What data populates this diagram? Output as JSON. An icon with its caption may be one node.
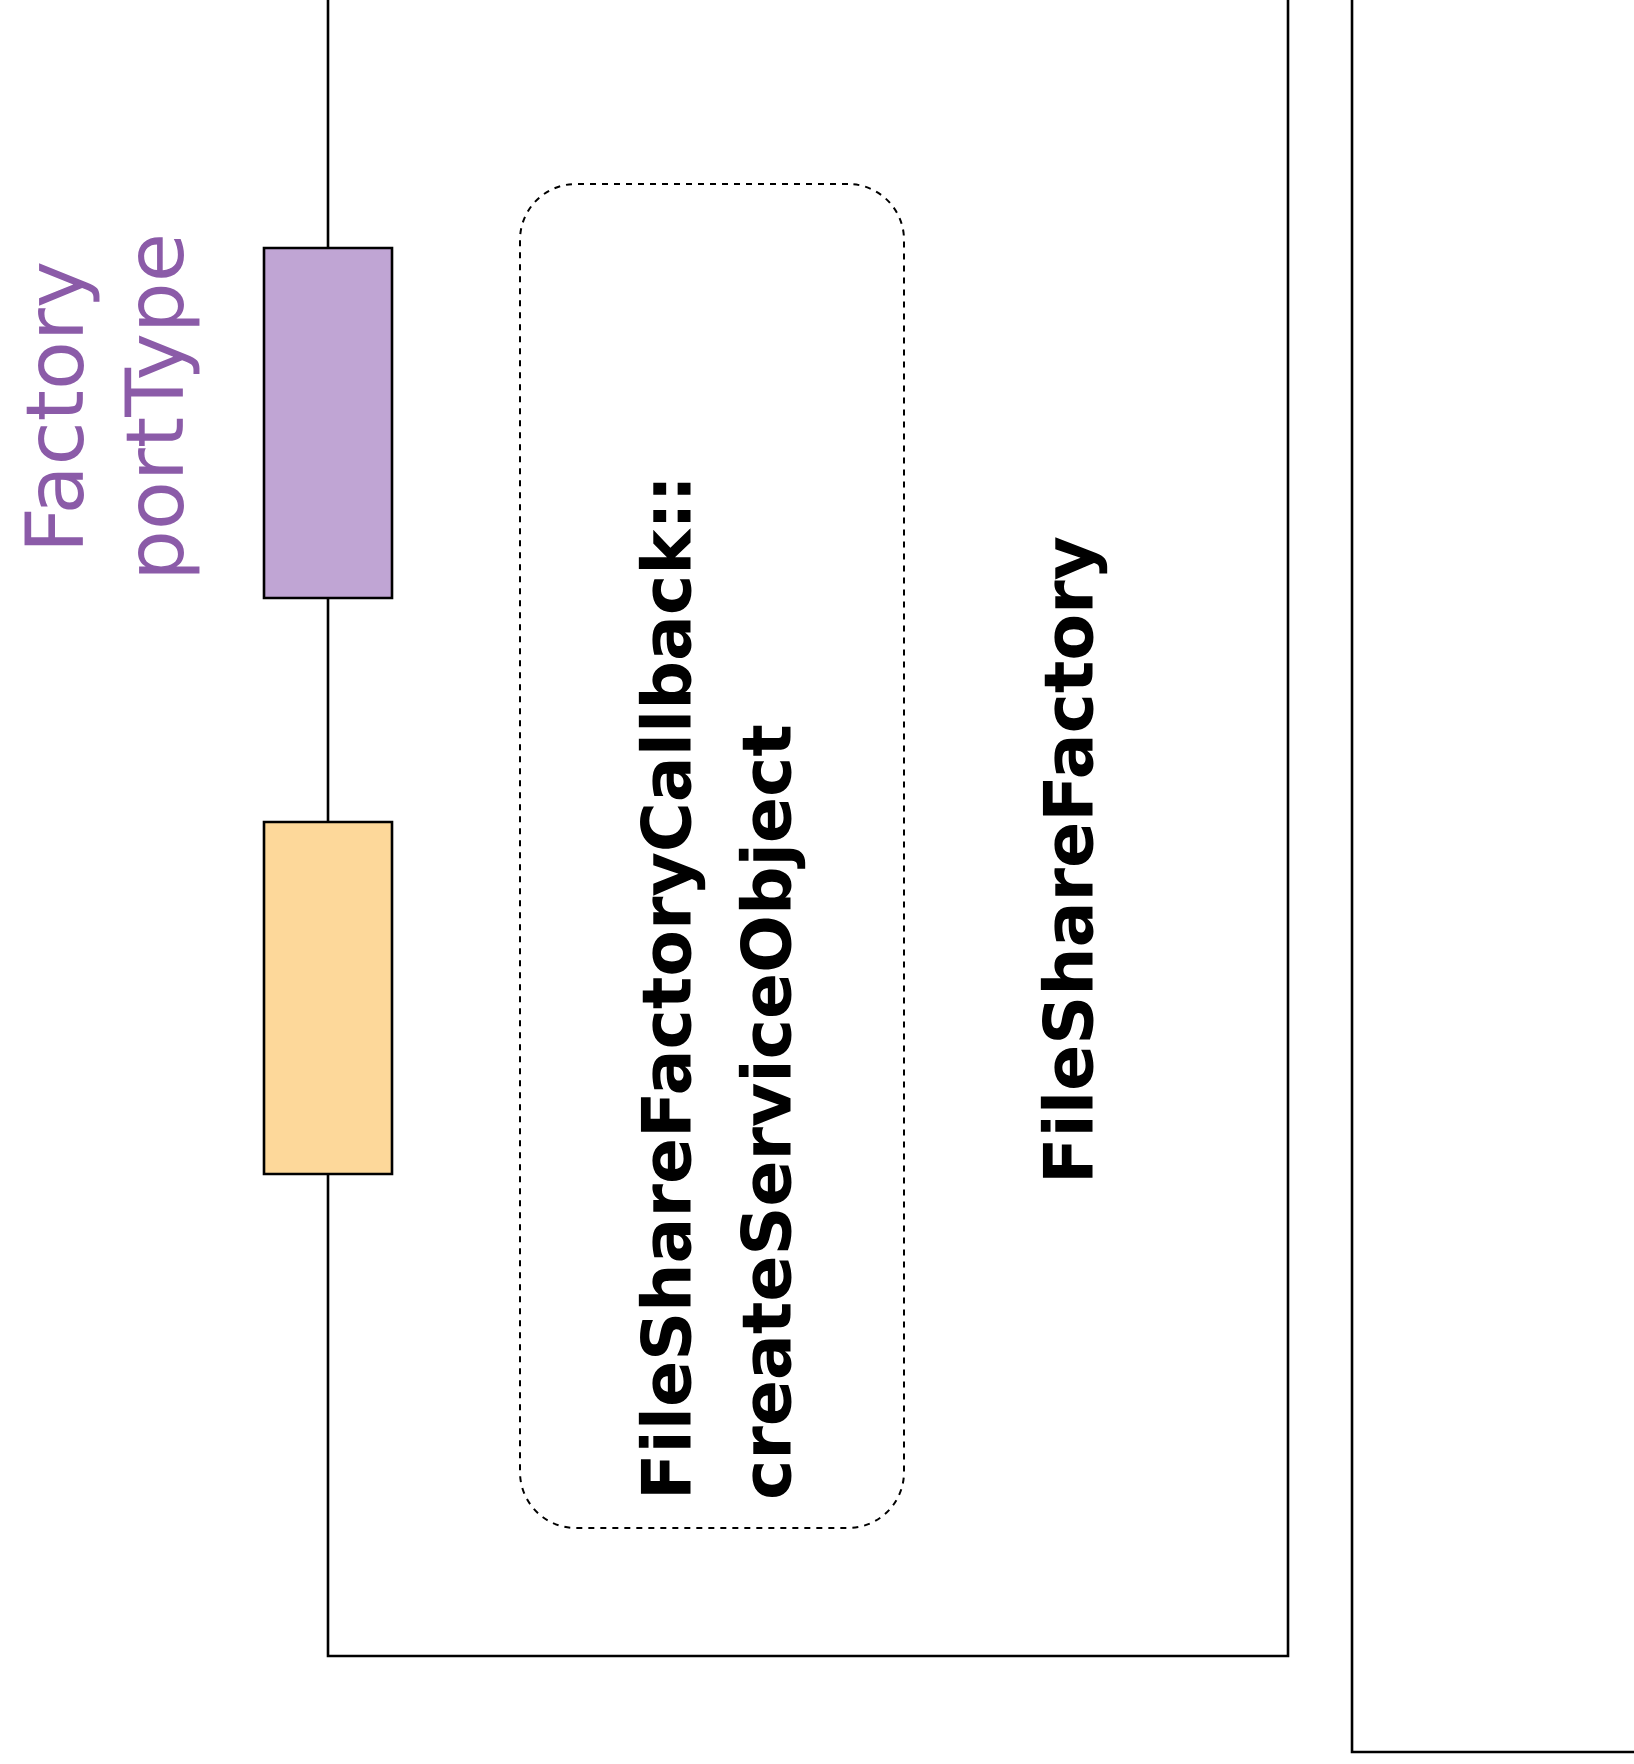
{
  "diagram": {
    "nodes": [
      {
        "text": [
          "FileShareFactory"
        ]
      },
      {
        "text": [
          "FileShareFactoryCallback:: createServiceObject"
        ],
        "in": 0
      },
      {
        "text": [],
        "shape": "box",
        "beside": [
          "Factory portType"
        ]
      },
      {
        "text": [],
        "shape": "box"
      },
      {
        "text": [],
        "shape": "box"
      }
    ]
  }
}
